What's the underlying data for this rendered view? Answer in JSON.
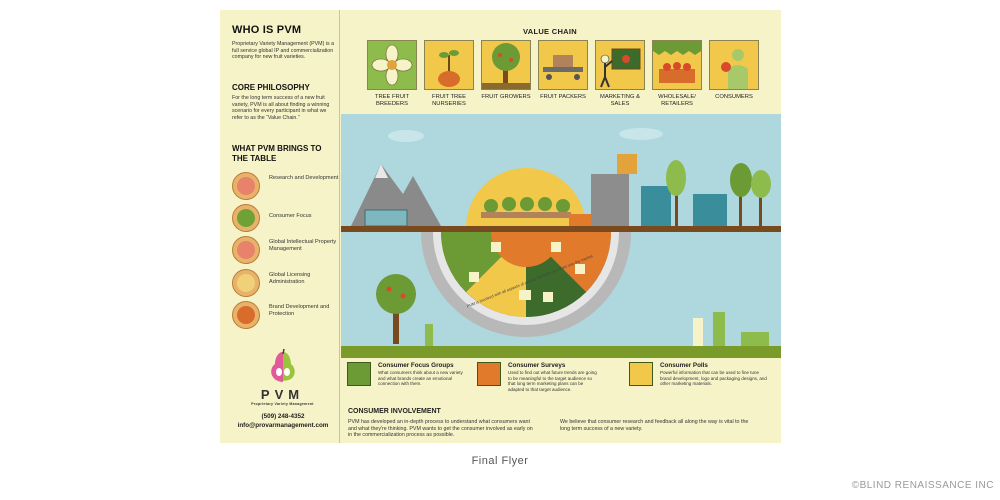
{
  "sidebar": {
    "who_title": "WHO IS PVM",
    "who_text": "Proprietary Variety Management (PVM) is a full service global IP and commercialization company for new fruit varieties.",
    "core_title": "CORE PHILOSOPHY",
    "core_text": "For the long term success of a new fruit variety, PVM is all about finding a winning scenario for every participant in what we refer to as the “Value Chain.”",
    "brings_title": "WHAT PVM BRINGS TO THE TABLE",
    "items": [
      {
        "label": "Research and Development",
        "icon": "research-icon"
      },
      {
        "label": "Consumer Focus",
        "icon": "consumer-focus-icon"
      },
      {
        "label": "Global Intellectual Property Management",
        "icon": "ip-management-icon"
      },
      {
        "label": "Global Licensing Administration",
        "icon": "licensing-icon"
      },
      {
        "label": "Brand Development and Protection",
        "icon": "brand-icon"
      }
    ],
    "logo_text": "PVM",
    "logo_subtext": "Proprietary Variety Management",
    "phone": "(509) 248-4352",
    "email": "info@provarmanagement.com"
  },
  "value_chain": {
    "title": "VALUE CHAIN",
    "items": [
      {
        "label": "TREE FRUIT BREEDERS",
        "color": "#8dbb4c"
      },
      {
        "label": "FRUIT TREE NURSERIES",
        "color": "#f2c84b"
      },
      {
        "label": "FRUIT GROWERS",
        "color": "#f2c84b"
      },
      {
        "label": "FRUIT PACKERS",
        "color": "#f2c84b"
      },
      {
        "label": "MARKETING & SALES",
        "color": "#f2c84b"
      },
      {
        "label": "WHOLESALE/ RETAILERS",
        "color": "#f2c84b"
      },
      {
        "label": "CONSUMERS",
        "color": "#f2c84b"
      }
    ]
  },
  "scene": {
    "arc_text": "PVM is involved with all aspects of getting the best new fruits into the market"
  },
  "consumer_programs": [
    {
      "title": "Consumer Focus Groups",
      "text": "What consumers think about a new variety and what brands create an emotional connection with them.",
      "icon": "focus-group-icon"
    },
    {
      "title": "Consumer Surveys",
      "text": "Used to find out what future trends are going to be meaningful to the target audience so that long term marketing plans can be adapted to that target audience.",
      "icon": "survey-checklist-icon"
    },
    {
      "title": "Consumer Polls",
      "text": "Powerful information that can be used to fine tune brand development, logo and packaging designs, and other marketing materials.",
      "icon": "poll-chart-icon"
    }
  ],
  "consumer_involvement": {
    "title": "CONSUMER INVOLVEMENT",
    "text_left": "PVM has developed an in-depth process to understand what consumers want and what they're thinking. PVM wants to get the consumer involved as early on in the commercialization process as possible.",
    "text_right": "We believe that consumer research and feedback all along the way is vital to the long term success of a new variety."
  },
  "caption": "Final Flyer",
  "copyright": "©BLIND RENAISSANCE INC",
  "colors": {
    "background": "#f6f3c8",
    "sky": "#aed8de",
    "green": "#6c9a35",
    "orange": "#e27a2c",
    "yellow": "#f2c84b"
  }
}
